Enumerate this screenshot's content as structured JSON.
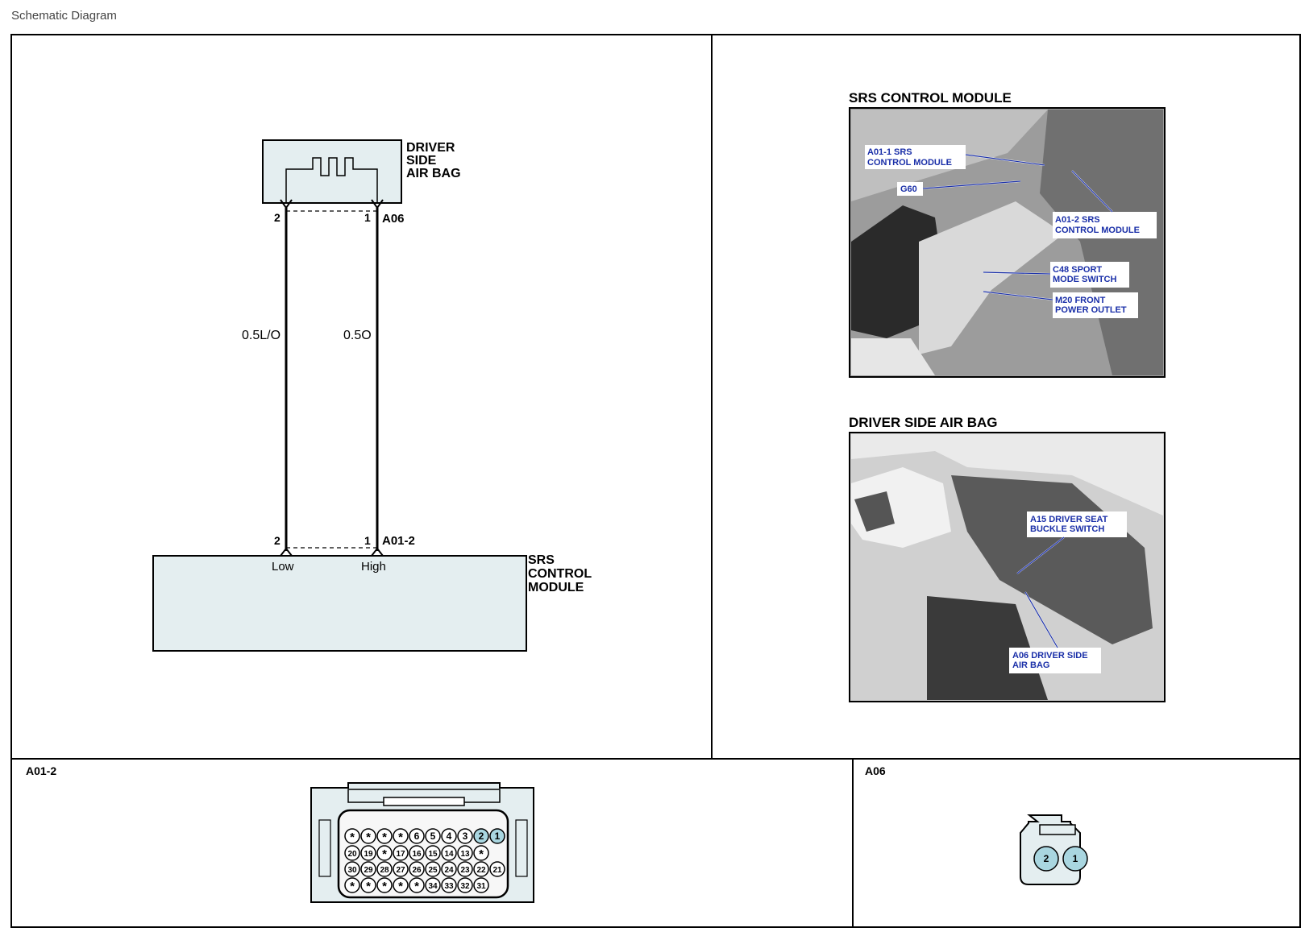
{
  "page": {
    "title": "Schematic Diagram"
  },
  "schematic": {
    "component_top": [
      "DRIVER",
      "SIDE",
      "AIR BAG"
    ],
    "connector_top": {
      "name": "A06",
      "pin_left": "2",
      "pin_right": "1"
    },
    "wire_left": "0.5L/O",
    "wire_right": "0.5O",
    "connector_bottom": {
      "name": "A01-2",
      "pin_left": "2",
      "pin_right": "1"
    },
    "component_bottom": [
      "SRS",
      "CONTROL",
      "MODULE"
    ],
    "terminal_left": "Low",
    "terminal_right": "High"
  },
  "photos": [
    {
      "title": "SRS CONTROL MODULE",
      "labels": [
        [
          "A01-1 SRS",
          "CONTROL MODULE"
        ],
        [
          "G60"
        ],
        [
          "A01-2 SRS",
          "CONTROL MODULE"
        ],
        [
          "C48 SPORT",
          "MODE SWITCH"
        ],
        [
          "M20 FRONT",
          "POWER OUTLET"
        ]
      ]
    },
    {
      "title": "DRIVER SIDE AIR BAG",
      "labels": [
        [
          "A15 DRIVER SEAT",
          "BUCKLE SWITCH"
        ],
        [
          "A06 DRIVER SIDE",
          "AIR BAG"
        ]
      ]
    }
  ],
  "connectors": [
    {
      "name": "A01-2",
      "rows": [
        [
          "*",
          "*",
          "*",
          "*",
          "6",
          "5",
          "4",
          "3",
          "2",
          "1"
        ],
        [
          "20",
          "19",
          "*",
          "17",
          "16",
          "15",
          "14",
          "13",
          "*"
        ],
        [
          "30",
          "29",
          "28",
          "27",
          "26",
          "25",
          "24",
          "23",
          "22",
          "21"
        ],
        [
          "*",
          "*",
          "*",
          "*",
          "*",
          "34",
          "33",
          "32",
          "31"
        ]
      ],
      "highlight": [
        "2",
        "1"
      ],
      "highlight_color": "#a9d6e0"
    },
    {
      "name": "A06",
      "pins": [
        "2",
        "1"
      ],
      "pin_color": "#a9d6e0"
    }
  ],
  "colors": {
    "box_fill": "#e4eef0",
    "line": "#000000",
    "photo_label": "#1a2fa8"
  }
}
